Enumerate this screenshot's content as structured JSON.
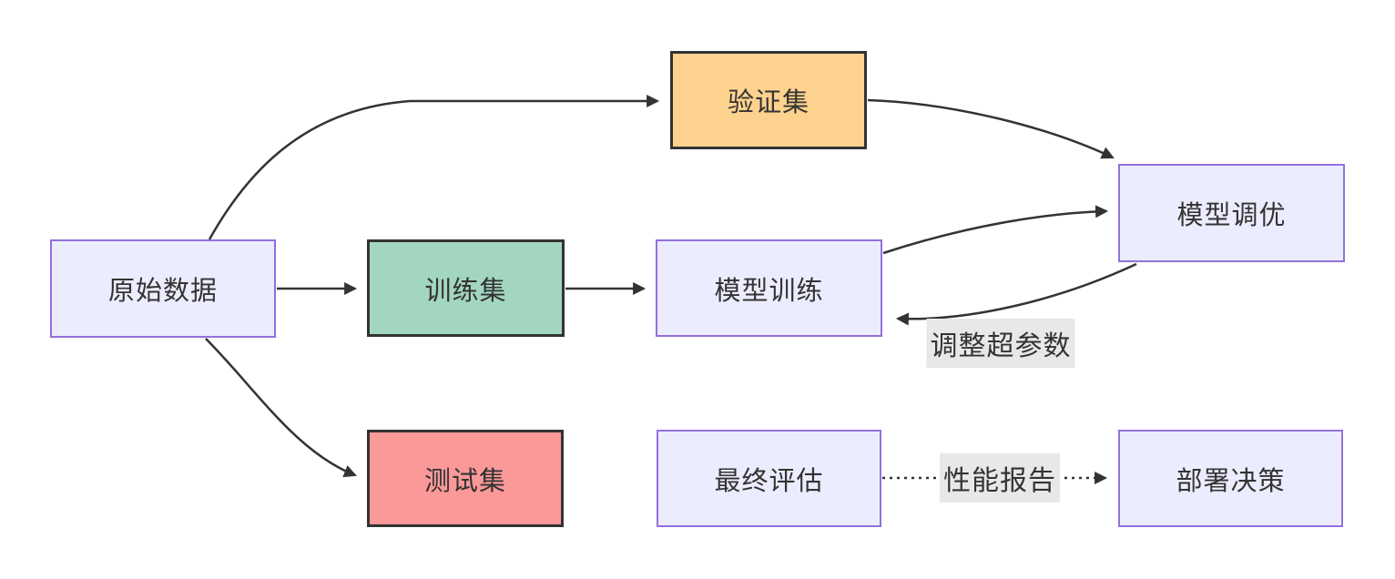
{
  "diagram": {
    "type": "flowchart",
    "direction": "left-to-right",
    "background": "#ffffff",
    "nodes": [
      {
        "id": "raw-data",
        "label": "原始数据",
        "fill": "#ECECFF",
        "stroke": "#9370DB"
      },
      {
        "id": "validation-set",
        "label": "验证集",
        "fill": "#FCD28E",
        "stroke": "#333333"
      },
      {
        "id": "training-set",
        "label": "训练集",
        "fill": "#A2D6C1",
        "stroke": "#333333"
      },
      {
        "id": "test-set",
        "label": "测试集",
        "fill": "#FB9999",
        "stroke": "#333333"
      },
      {
        "id": "model-training",
        "label": "模型训练",
        "fill": "#ECECFF",
        "stroke": "#9370DB"
      },
      {
        "id": "model-tuning",
        "label": "模型调优",
        "fill": "#ECECFF",
        "stroke": "#9370DB"
      },
      {
        "id": "final-evaluation",
        "label": "最终评估",
        "fill": "#ECECFF",
        "stroke": "#9370DB"
      },
      {
        "id": "deployment-decision",
        "label": "部署决策",
        "fill": "#ECECFF",
        "stroke": "#9370DB"
      }
    ],
    "edges": [
      {
        "from": "原始数据",
        "to": "验证集",
        "style": "solid",
        "label": ""
      },
      {
        "from": "原始数据",
        "to": "训练集",
        "style": "solid",
        "label": ""
      },
      {
        "from": "原始数据",
        "to": "测试集",
        "style": "solid",
        "label": ""
      },
      {
        "from": "训练集",
        "to": "模型训练",
        "style": "solid",
        "label": ""
      },
      {
        "from": "验证集",
        "to": "模型调优",
        "style": "solid",
        "label": ""
      },
      {
        "from": "模型训练",
        "to": "模型调优",
        "style": "solid",
        "label": ""
      },
      {
        "from": "模型调优",
        "to": "模型训练",
        "style": "solid",
        "label": "调整超参数"
      },
      {
        "from": "最终评估",
        "to": "部署决策",
        "style": "dotted",
        "label": "性能报告"
      }
    ],
    "colors": {
      "arrow": "#333333",
      "text": "#333333",
      "edge_label_background": "#E8E8E8",
      "default_node_fill": "#ECECFF",
      "default_node_stroke": "#9370DB"
    }
  }
}
